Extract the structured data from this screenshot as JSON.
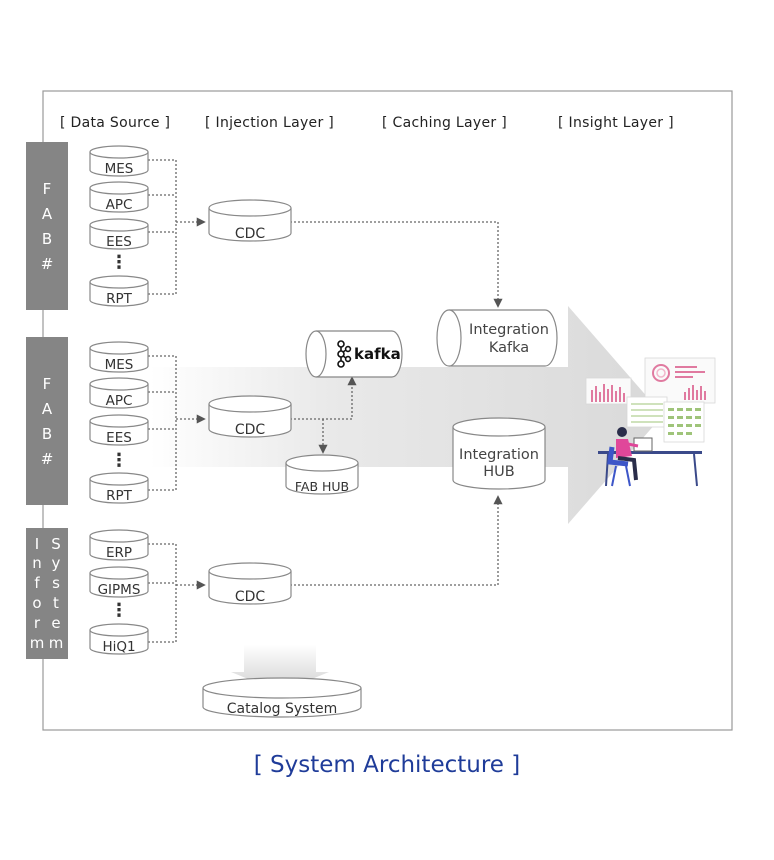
{
  "layers": {
    "data_source": "[ Data Source ]",
    "injection": "[ Injection Layer ]",
    "caching": "[ Caching Layer ]",
    "insight": "[ Insight Layer ]"
  },
  "side_labels": {
    "fab1": [
      "F",
      "A",
      "B",
      "#"
    ],
    "fab2": [
      "F",
      "A",
      "B",
      "#"
    ],
    "info_col1": [
      "I",
      "n",
      "f",
      "o",
      "r",
      "m"
    ],
    "info_col2": [
      "S",
      "y",
      "s",
      "t",
      "e",
      "m"
    ]
  },
  "fab1_sources": [
    "MES",
    "APC",
    "EES",
    "RPT"
  ],
  "fab2_sources": [
    "MES",
    "APC",
    "EES",
    "RPT"
  ],
  "info_sources": [
    "ERP",
    "GIPMS",
    "HiQ1"
  ],
  "ellipsis": "⋮",
  "cdc_label": "CDC",
  "kafka_label": "kafka",
  "fab_hub_label": "FAB HUB",
  "integration_kafka": [
    "Integration",
    "Kafka"
  ],
  "integration_hub": [
    "Integration",
    "HUB"
  ],
  "catalog_label": "Catalog System",
  "caption": "[ System Architecture ]",
  "colors": {
    "side_bar": "#858585",
    "caption": "#1f3c99",
    "line": "#666666",
    "arrow_band": "#e6e6e6"
  }
}
